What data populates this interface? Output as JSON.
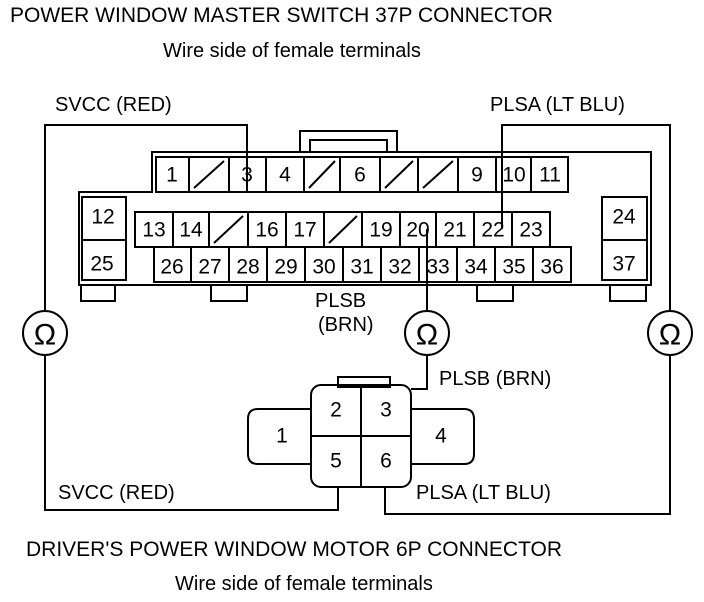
{
  "top_connector": {
    "title": "POWER WINDOW MASTER SWITCH 37P CONNECTOR",
    "subtitle": "Wire side of female terminals",
    "terminals": [
      "1",
      "3",
      "4",
      "6",
      "9",
      "10",
      "11",
      "12",
      "13",
      "14",
      "16",
      "17",
      "19",
      "20",
      "21",
      "22",
      "23",
      "24",
      "25",
      "26",
      "27",
      "28",
      "29",
      "30",
      "31",
      "32",
      "33",
      "34",
      "35",
      "36",
      "37"
    ]
  },
  "bottom_connector": {
    "title": "DRIVER'S POWER WINDOW MOTOR 6P CONNECTOR",
    "subtitle": "Wire side of female terminals",
    "terminals": [
      "1",
      "2",
      "3",
      "4",
      "5",
      "6"
    ]
  },
  "wires": {
    "svcc_top": "SVCC (RED)",
    "plsa_top": "PLSA (LT BLU)",
    "plsb_mid_line1": "PLSB",
    "plsb_mid_line2": "(BRN)",
    "plsb_right": "PLSB (BRN)",
    "svcc_bottom": "SVCC (RED)",
    "plsa_bottom": "PLSA (LT BLU)"
  },
  "meters": {
    "symbol": "Ω"
  }
}
